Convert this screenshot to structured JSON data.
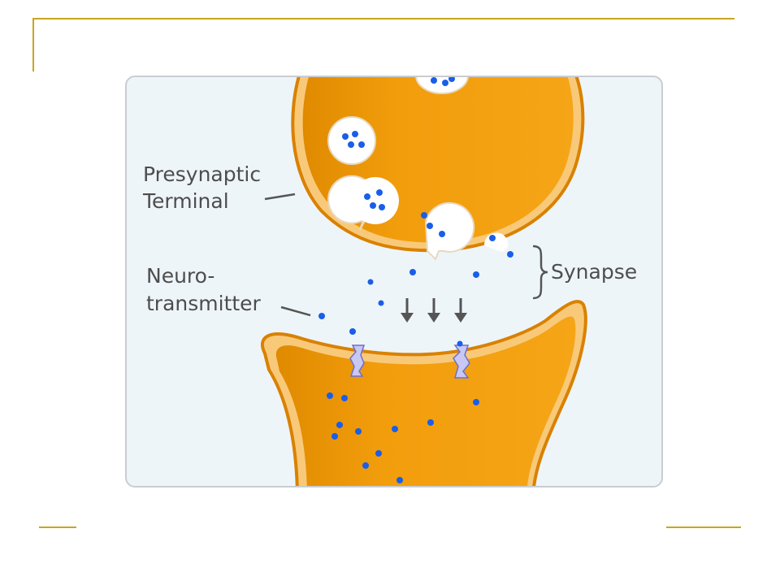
{
  "diagram": {
    "labels": {
      "presynaptic_line1": "Presynaptic",
      "presynaptic_line2": "Terminal",
      "neuro_line1": "Neuro-",
      "neuro_line2": "transmitter",
      "synapse": "Synapse"
    },
    "colors": {
      "terminal_fill": "#f29d0c",
      "terminal_edge": "#d98100",
      "vesicle_fill": "#ffffff",
      "neurotransmitter": "#1a5ee8",
      "background": "#eef5f9",
      "frame_border": "#c9cdd1",
      "accent_rule": "#c8a51f",
      "arrow": "#555555"
    }
  }
}
